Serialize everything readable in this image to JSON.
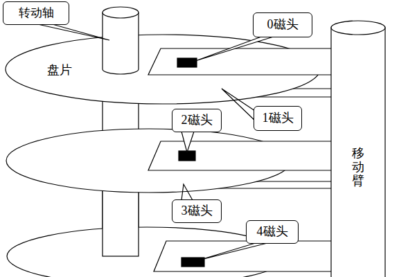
{
  "diagram": {
    "nodes": [
      {
        "text": [
          "转动轴"
        ]
      },
      {
        "text": [
          "0磁头"
        ]
      },
      {
        "text": [
          "2磁头"
        ]
      },
      {
        "text": [
          "1磁头"
        ]
      },
      {
        "text": [
          "3磁头"
        ]
      },
      {
        "text": [
          "4磁头"
        ]
      }
    ],
    "labels": [
      "盘片",
      "移动臂"
    ]
  }
}
